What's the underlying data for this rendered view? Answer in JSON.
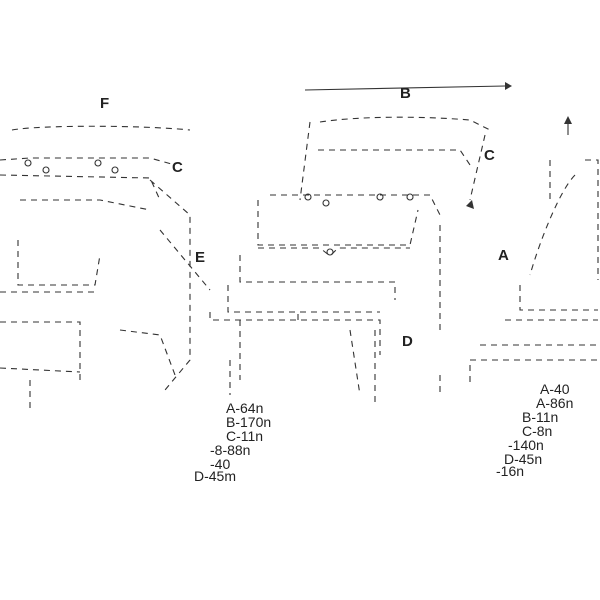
{
  "diagram": {
    "labels": {
      "A": "A",
      "B": "B",
      "C": "C",
      "D": "D",
      "E": "E",
      "F": "F"
    },
    "dimensions_left": [
      "A-64n",
      "B-170n",
      "C-11n",
      "-8-88n",
      "-40",
      "D-45m"
    ],
    "dimensions_right": [
      "A-40",
      "A-86n",
      "B-11n",
      "C-8n",
      "-140n",
      "D-45n",
      "-16n"
    ],
    "colors": {
      "line": "#333333",
      "text": "#222222",
      "background": "#ffffff"
    },
    "icons": {
      "arrow": "arrow-right-icon",
      "up_arrow": "arrow-up-icon"
    }
  }
}
